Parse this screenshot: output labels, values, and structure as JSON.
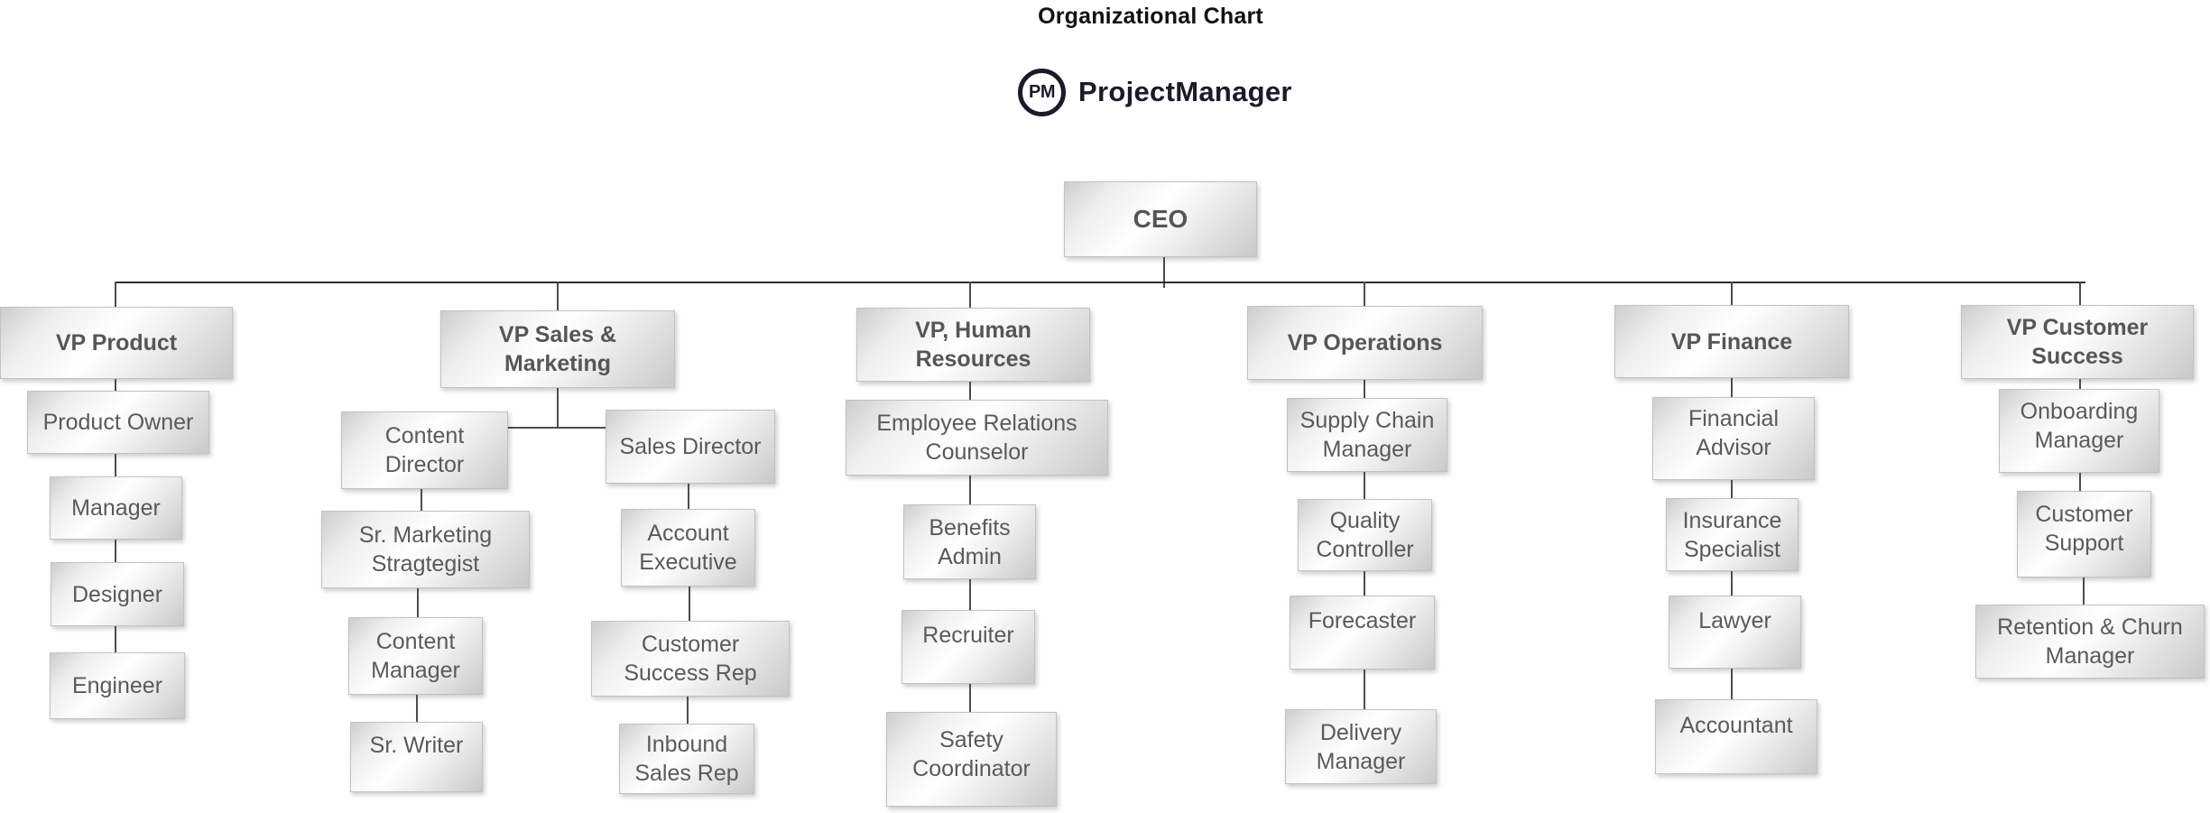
{
  "title": "Organizational Chart",
  "logo": {
    "badge": "PM",
    "wordmark": "ProjectManager"
  },
  "root": {
    "label": "CEO"
  },
  "columns": [
    {
      "vp": "VP Product",
      "children": [
        "Product Owner",
        "Manager",
        "Designer",
        "Engineer"
      ]
    },
    {
      "vp": "VP Sales & Marketing",
      "branches": [
        {
          "head": "Content Director",
          "children": [
            "Sr. Marketing Stragtegist",
            "Content Manager",
            "Sr. Writer"
          ]
        },
        {
          "head": "Sales Director",
          "children": [
            "Account Executive",
            "Customer Success Rep",
            "Inbound Sales Rep"
          ]
        }
      ]
    },
    {
      "vp": "VP, Human Resources",
      "children": [
        "Employee Relations Counselor",
        "Benefits Admin",
        "Recruiter",
        "Safety Coordinator"
      ]
    },
    {
      "vp": "VP Operations",
      "children": [
        "Supply Chain Manager",
        "Quality Controller",
        "Forecaster",
        "Delivery Manager"
      ]
    },
    {
      "vp": "VP Finance",
      "children": [
        "Financial Advisor",
        "Insurance Specialist",
        "Lawyer",
        "Accountant"
      ]
    },
    {
      "vp": "VP Customer Success",
      "children": [
        "Onboarding Manager",
        "Customer Support",
        "Retention & Churn Manager"
      ]
    }
  ],
  "colors": {
    "box_text": "#5a5a5a",
    "connector_line": "#4d4d4d",
    "main_line": "#2d2d2d",
    "logo_ink": "#1a1b26",
    "title_ink": "#111111"
  }
}
